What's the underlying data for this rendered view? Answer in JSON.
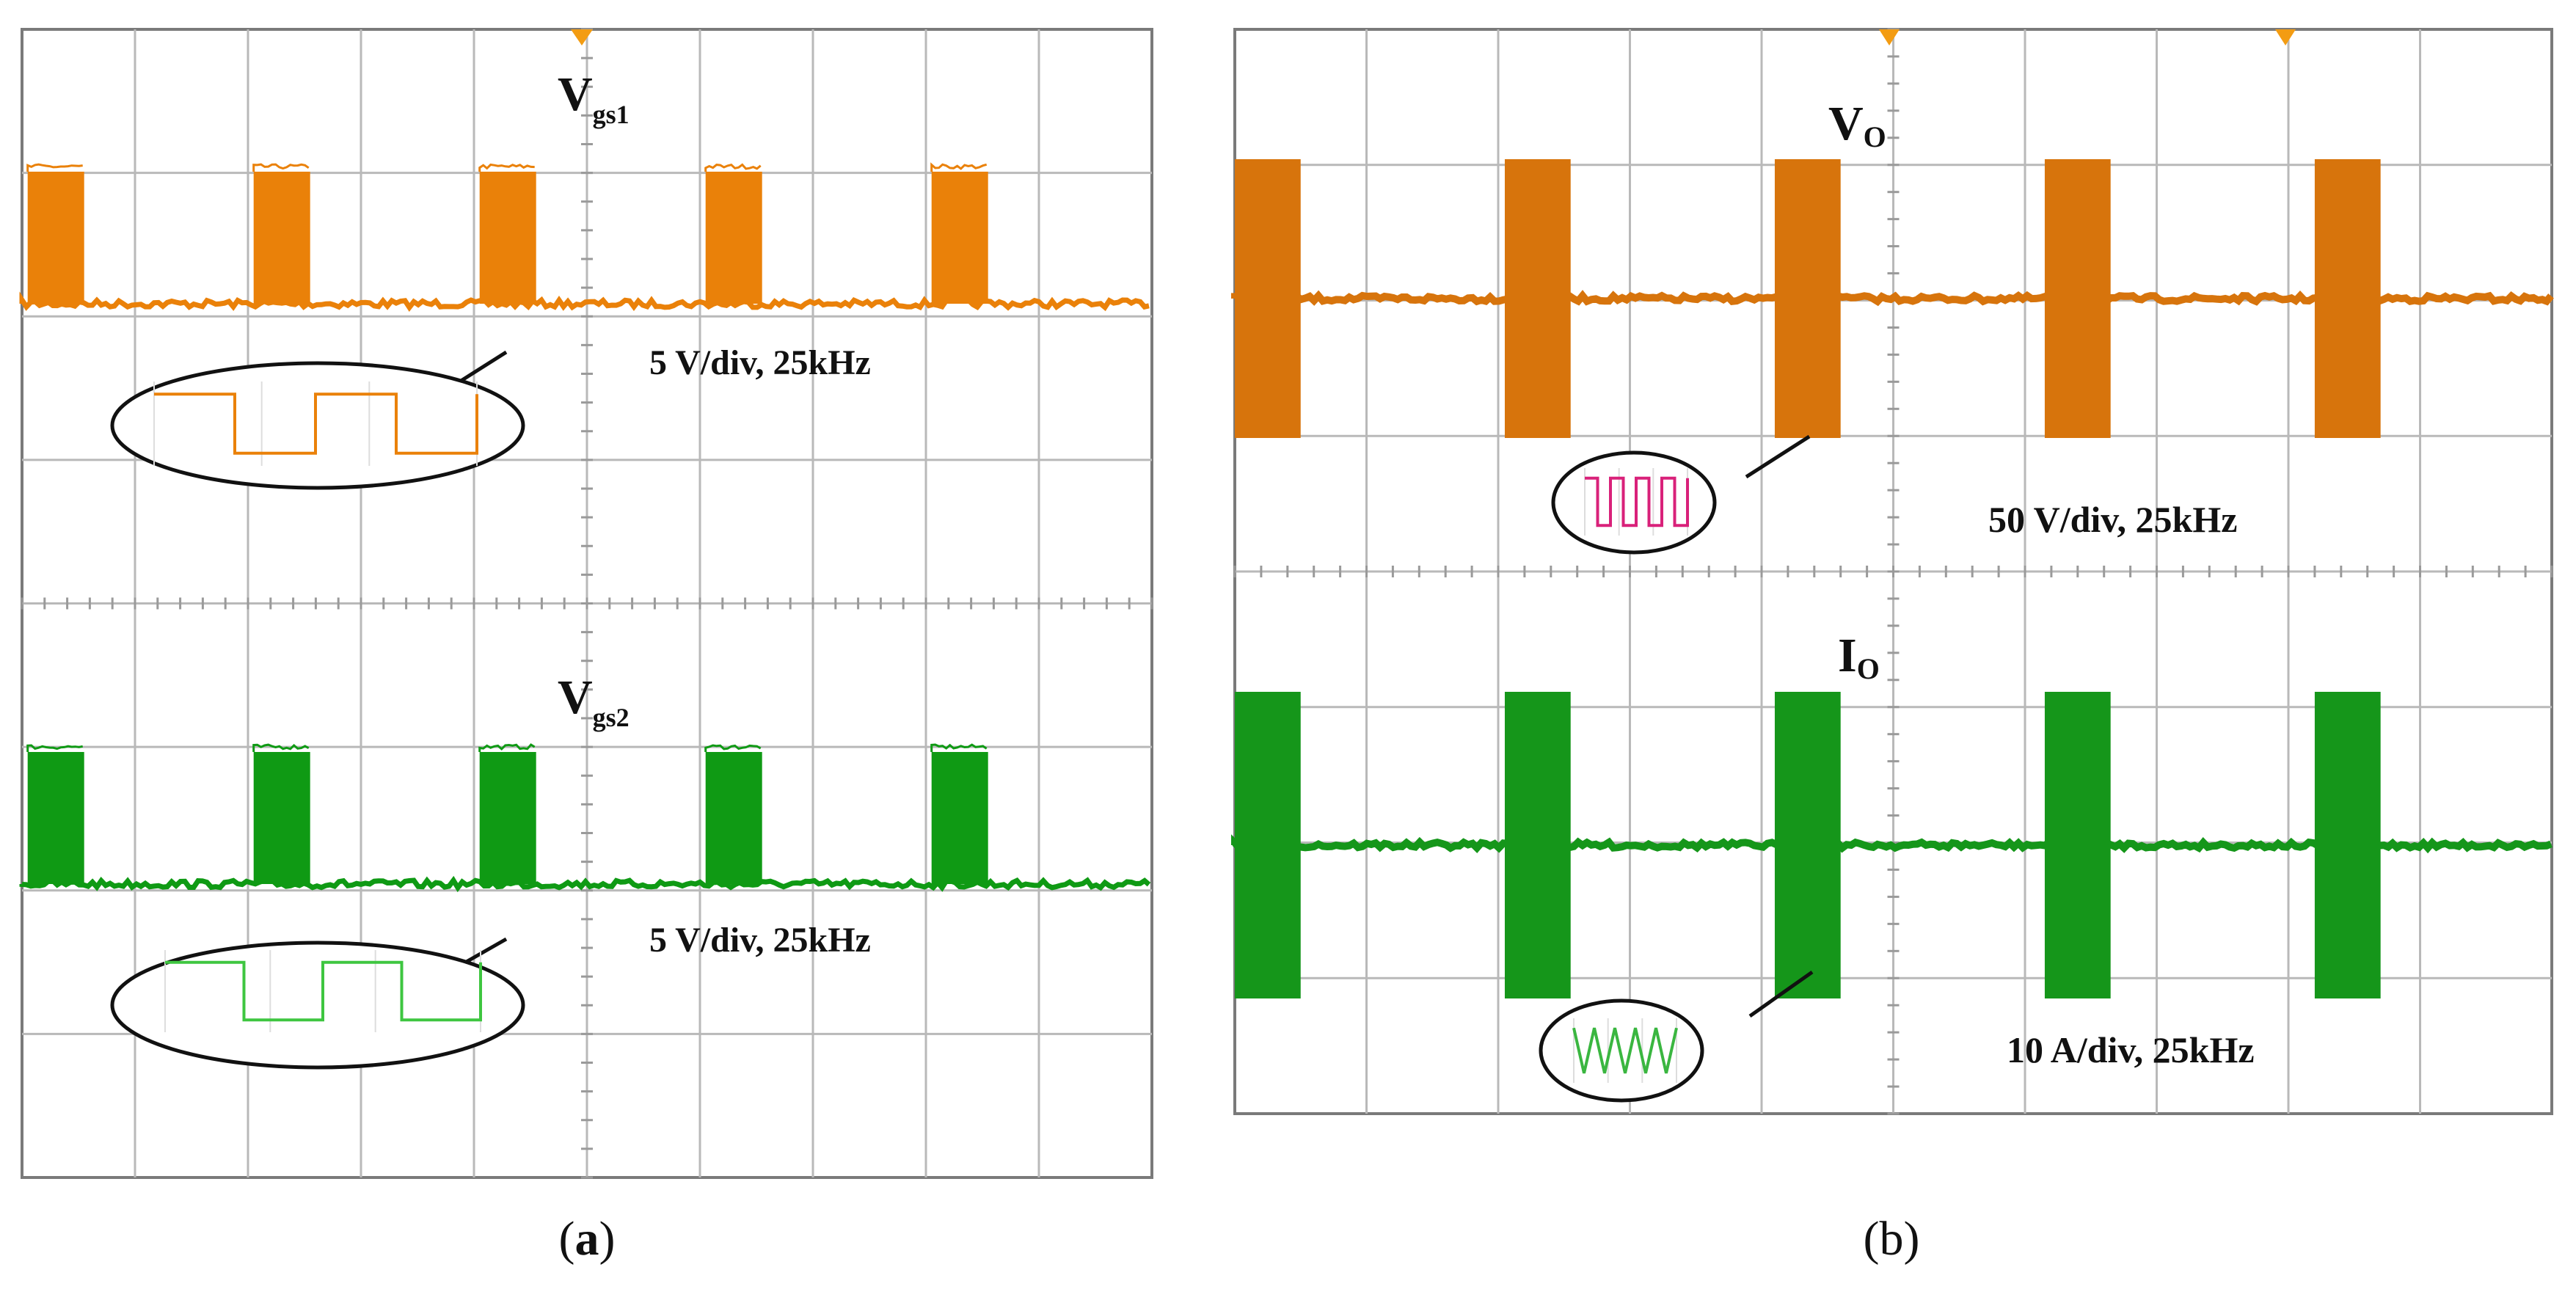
{
  "figure": {
    "panels": [
      {
        "id": "a",
        "caption_open": "(",
        "caption_letter": "a",
        "caption_close": ")",
        "caption_bold": true,
        "channels": [
          {
            "name": "V",
            "sub": "gs1",
            "scale_label": "5 V/div, 25kHz",
            "color": "#ea8109",
            "inset_color": "#ea8109",
            "inset_cycles": 2
          },
          {
            "name": "V",
            "sub": "gs2",
            "scale_label": "5 V/div, 25kHz",
            "color": "#0f9a14",
            "inset_color": "#3ec640",
            "inset_cycles": 2
          }
        ]
      },
      {
        "id": "b",
        "caption_open": "(",
        "caption_letter": "b",
        "caption_close": ")",
        "caption_bold": false,
        "channels": [
          {
            "name": "V",
            "sub": "O",
            "scale_label": "50 V/div, 25kHz",
            "color": "#d7740c",
            "inset_color": "#d9217a",
            "inset_cycles": 4
          },
          {
            "name": "I",
            "sub": "O",
            "scale_label": "10 A/div, 25kHz",
            "color": "#15961a",
            "inset_color": "#3ab640",
            "inset_cycles": 5
          }
        ]
      }
    ]
  },
  "chart_data": [
    {
      "type": "line",
      "panel": "a",
      "grid": true,
      "grid_divisions": {
        "x": 10,
        "y": 8
      },
      "series": [
        {
          "channel": "Vgs1",
          "scale": "5 V/div",
          "frequency": "25kHz",
          "levels_div": {
            "off": 0,
            "on": 1
          },
          "bursts": [
            {
              "start_div": 0.05,
              "end_div": 0.55
            },
            {
              "start_div": 2.05,
              "end_div": 2.55
            },
            {
              "start_div": 4.05,
              "end_div": 4.55
            },
            {
              "start_div": 6.05,
              "end_div": 6.55
            },
            {
              "start_div": 8.05,
              "end_div": 8.55
            }
          ]
        },
        {
          "channel": "Vgs2",
          "scale": "5 V/div",
          "frequency": "25kHz",
          "levels_div": {
            "off": 0,
            "on": 1
          },
          "bursts": [
            {
              "start_div": 0.05,
              "end_div": 0.55
            },
            {
              "start_div": 2.05,
              "end_div": 2.55
            },
            {
              "start_div": 4.05,
              "end_div": 4.55
            },
            {
              "start_div": 6.05,
              "end_div": 6.55
            },
            {
              "start_div": 8.05,
              "end_div": 8.55
            }
          ]
        }
      ]
    },
    {
      "type": "line",
      "panel": "b",
      "grid": true,
      "grid_divisions": {
        "x": 10,
        "y": 8
      },
      "series": [
        {
          "channel": "VO",
          "scale": "50 V/div",
          "frequency": "25kHz",
          "levels_div": {
            "low": -1,
            "high": 1
          },
          "bursts": [
            {
              "start_div": 0.0,
              "end_div": 0.5
            },
            {
              "start_div": 2.05,
              "end_div": 2.55
            },
            {
              "start_div": 4.1,
              "end_div": 4.6
            },
            {
              "start_div": 6.15,
              "end_div": 6.65
            },
            {
              "start_div": 8.2,
              "end_div": 8.7
            }
          ]
        },
        {
          "channel": "IO",
          "scale": "10 A/div",
          "frequency": "25kHz",
          "levels_div": {
            "low": -1.1,
            "high": 1.1
          },
          "bursts": [
            {
              "start_div": 0.0,
              "end_div": 0.5
            },
            {
              "start_div": 2.05,
              "end_div": 2.55
            },
            {
              "start_div": 4.1,
              "end_div": 4.6
            },
            {
              "start_div": 6.15,
              "end_div": 6.65
            },
            {
              "start_div": 8.2,
              "end_div": 8.7
            }
          ]
        }
      ]
    }
  ]
}
